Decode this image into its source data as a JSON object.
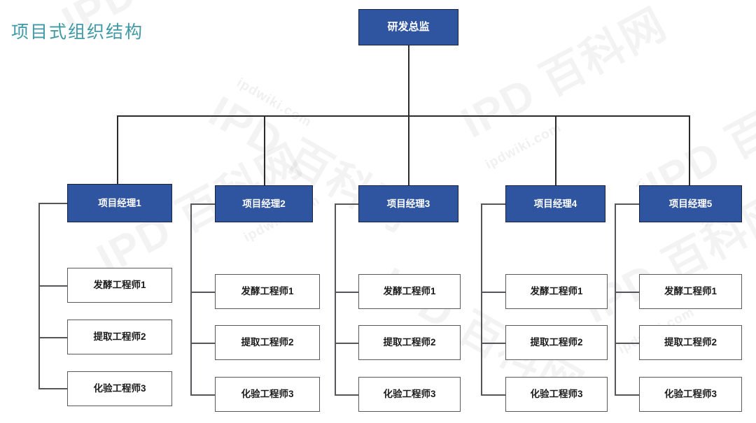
{
  "title": "项目式组织结构",
  "theme": {
    "title_color": "#3f9aa6",
    "node_fill_blue": "#2f55a0",
    "node_border_dark": "#16223f",
    "node_fill_white": "#ffffff",
    "node_border_gray": "#58595b",
    "connector_color": "#2b2b2b",
    "background": "#ffffff"
  },
  "watermark": {
    "brand": "IPD 百科网",
    "site": "ipdwiki.com"
  },
  "chart_data": {
    "type": "diagram",
    "diagram_type": "organization-chart",
    "title": "项目式组织结构",
    "root": {
      "label": "研发总监",
      "role": "executive"
    },
    "columns": [
      {
        "manager": "项目经理1",
        "members": [
          "发酵工程师1",
          "提取工程师2",
          "化验工程师3"
        ]
      },
      {
        "manager": "项目经理2",
        "members": [
          "发酵工程师1",
          "提取工程师2",
          "化验工程师3"
        ]
      },
      {
        "manager": "项目经理3",
        "members": [
          "发酵工程师1",
          "提取工程师2",
          "化验工程师3"
        ]
      },
      {
        "manager": "项目经理4",
        "members": [
          "发酵工程师1",
          "提取工程师2",
          "化验工程师3"
        ]
      },
      {
        "manager": "项目经理5",
        "members": [
          "发酵工程师1",
          "提取工程师2",
          "化验工程师3"
        ]
      }
    ],
    "manager_count": 5,
    "members_per_manager": 3,
    "total_nodes": 21,
    "depth": 3
  }
}
